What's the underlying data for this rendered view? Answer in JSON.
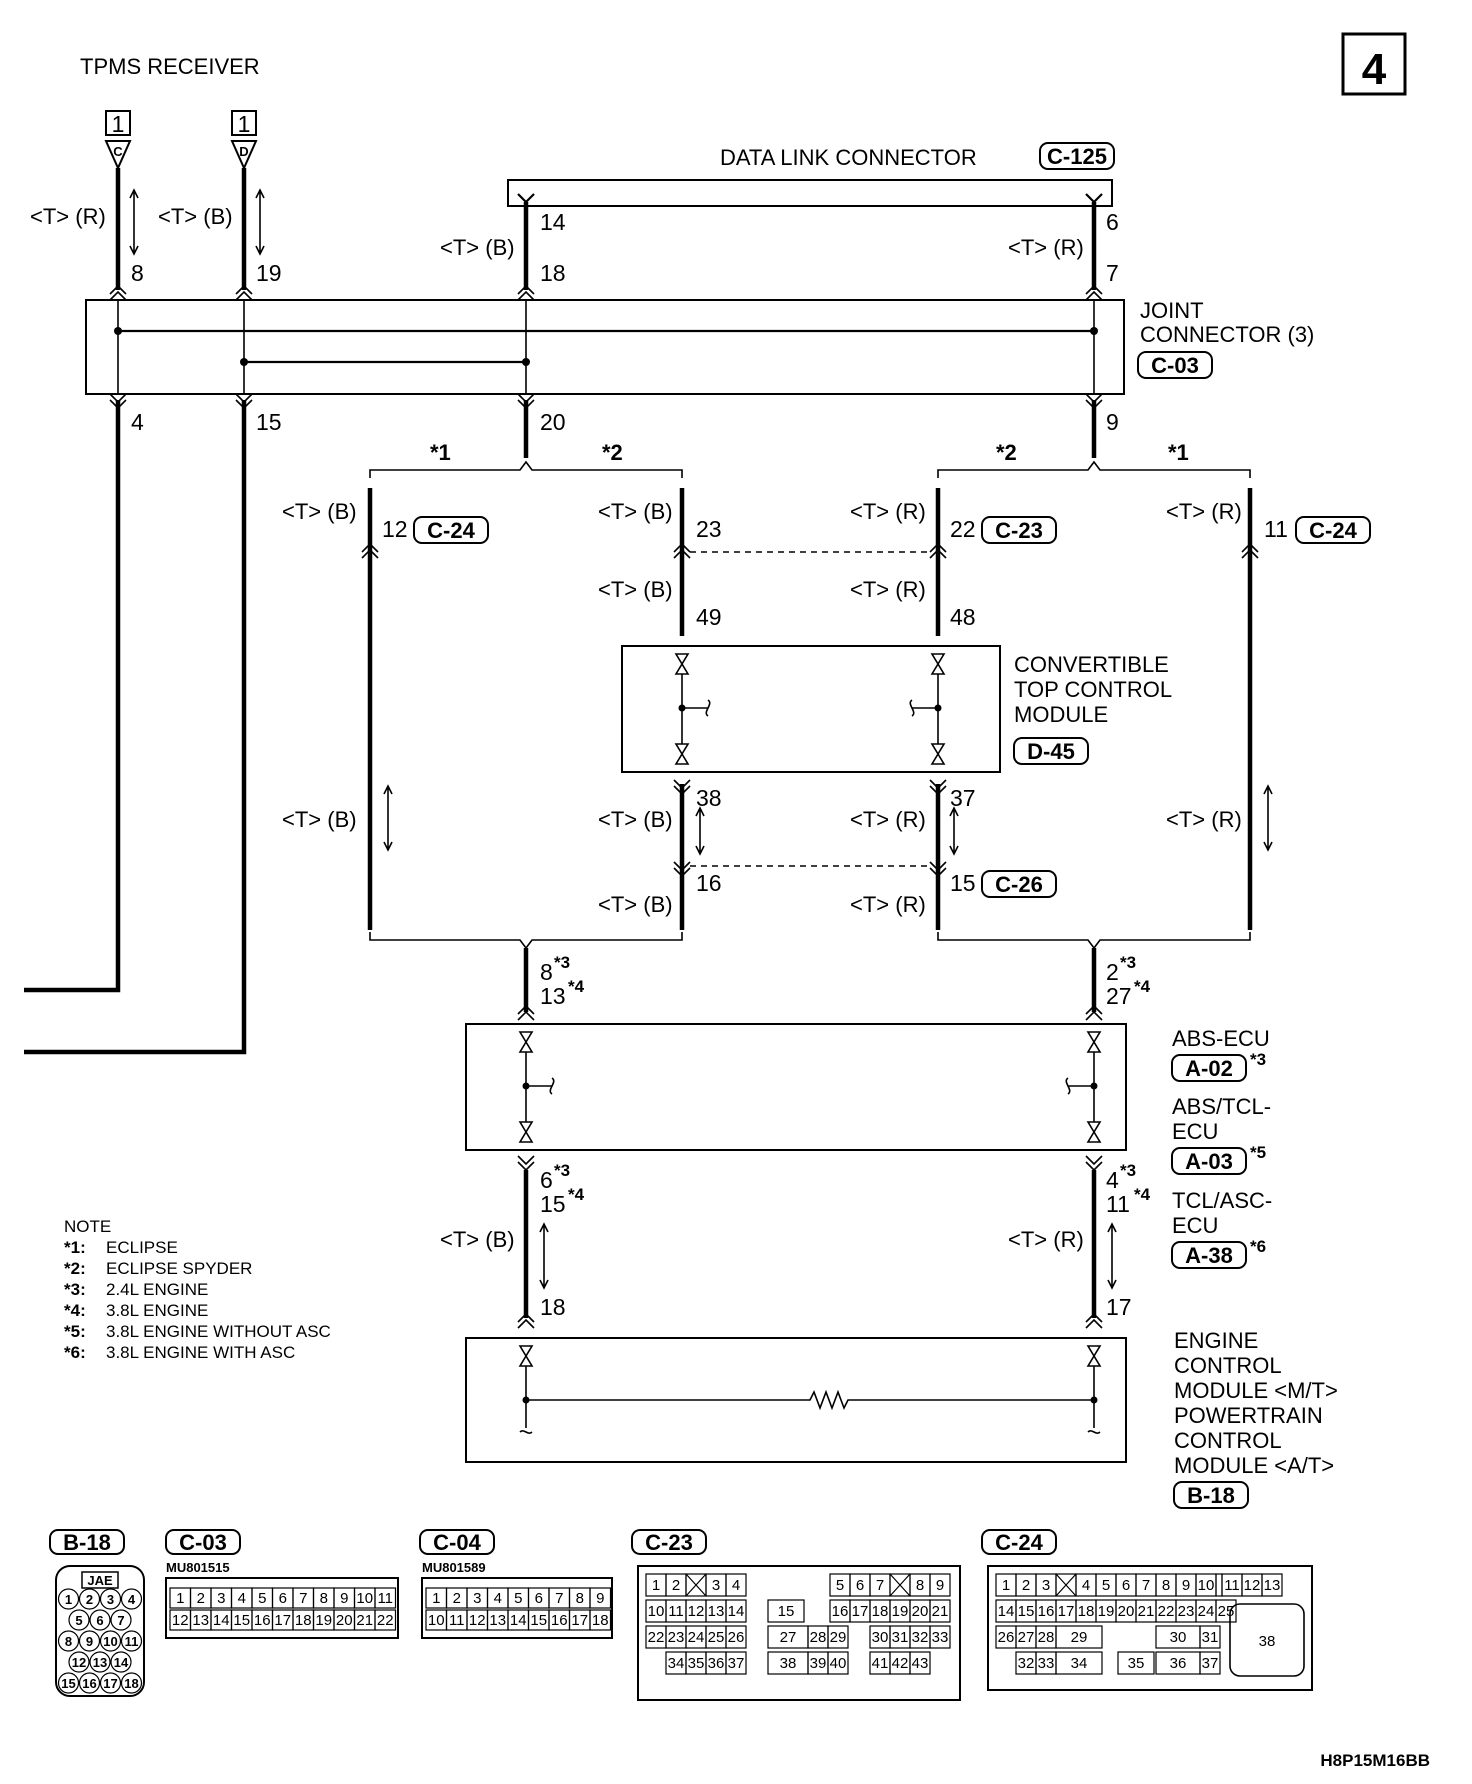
{
  "page_number": "4",
  "footer_code": "H8P15M16BB",
  "tpms_receiver": {
    "title": "TPMS RECEIVER",
    "box_c": "1",
    "box_d": "1",
    "term_c": "C",
    "term_d": "D",
    "pin_8": "8",
    "pin_19": "19",
    "pin_4": "4",
    "pin_15": "15",
    "wire_r": "<T> (R)",
    "wire_b": "<T> (B)"
  },
  "data_link_connector": {
    "title": "DATA LINK CONNECTOR",
    "code": "C-125",
    "pin_14": "14",
    "pin_6": "6"
  },
  "joint_connector": {
    "title_line1": "JOINT",
    "title_line2": "CONNECTOR (3)",
    "code": "C-03",
    "pin_18": "18",
    "pin_7": "7",
    "pin_20": "20",
    "pin_9": "9"
  },
  "branch_marks": {
    "m1": "*1",
    "m2": "*2"
  },
  "wire_labels": {
    "tb": "<T> (B)",
    "tr": "<T> (R)"
  },
  "pins_upper": {
    "p12": "12",
    "c24a": "C-24",
    "p23": "23",
    "p22": "22",
    "c23": "C-23",
    "p11": "11",
    "c24b": "C-24",
    "p49": "49",
    "p48": "48",
    "p38": "38",
    "p37": "37",
    "p16": "16",
    "p15": "15",
    "c26": "C-26"
  },
  "convertible_module": {
    "line1": "CONVERTIBLE",
    "line2": "TOP CONTROL",
    "line3": "MODULE",
    "code": "D-45"
  },
  "abs_pins_top": {
    "left_a": "8",
    "left_a_star": "*3",
    "left_b": "13",
    "left_b_star": "*4",
    "right_a": "2",
    "right_a_star": "*3",
    "right_b": "27",
    "right_b_star": "*4"
  },
  "abs_labels": {
    "abs_ecu": "ABS-ECU",
    "code_a02": "A-02",
    "star_a02": "*3",
    "abs_tcl_1": "ABS/TCL-",
    "abs_tcl_2": "ECU",
    "code_a03": "A-03",
    "star_a03": "*5",
    "tcl_asc_1": "TCL/ASC-",
    "tcl_asc_2": "ECU",
    "code_a38": "A-38",
    "star_a38": "*6"
  },
  "abs_pins_bottom": {
    "left_a": "6",
    "left_a_star": "*3",
    "left_b": "15",
    "left_b_star": "*4",
    "right_a": "4",
    "right_a_star": "*3",
    "right_b": "11",
    "right_b_star": "*4",
    "p18": "18",
    "p17": "17"
  },
  "engine_module": {
    "line1": "ENGINE",
    "line2": "CONTROL",
    "line3": "MODULE <M/T>",
    "line4": "POWERTRAIN",
    "line5": "CONTROL",
    "line6": "MODULE <A/T>",
    "code": "B-18"
  },
  "notes": {
    "title": "NOTE",
    "items": [
      {
        "mark": "*1:",
        "text": "ECLIPSE"
      },
      {
        "mark": "*2:",
        "text": "ECLIPSE SPYDER"
      },
      {
        "mark": "*3:",
        "text": "2.4L ENGINE"
      },
      {
        "mark": "*4:",
        "text": "3.8L ENGINE"
      },
      {
        "mark": "*5:",
        "text": "3.8L ENGINE WITHOUT ASC"
      },
      {
        "mark": "*6:",
        "text": "3.8L ENGINE WITH ASC"
      }
    ]
  },
  "connectors": {
    "b18": {
      "code": "B-18",
      "maker": "JAE",
      "rows": [
        [
          "1",
          "2",
          "3",
          "4"
        ],
        [
          "5",
          "6",
          "7"
        ],
        [
          "8",
          "9",
          "10",
          "11"
        ],
        [
          "12",
          "13",
          "14"
        ],
        [
          "15",
          "16",
          "17",
          "18"
        ]
      ]
    },
    "c03": {
      "code": "C-03",
      "part": "MU801515",
      "row1": [
        "1",
        "2",
        "3",
        "4",
        "5",
        "6",
        "7",
        "8",
        "9",
        "10",
        "11"
      ],
      "row2": [
        "12",
        "13",
        "14",
        "15",
        "16",
        "17",
        "18",
        "19",
        "20",
        "21",
        "22"
      ]
    },
    "c04": {
      "code": "C-04",
      "part": "MU801589",
      "row1": [
        "1",
        "2",
        "3",
        "4",
        "5",
        "6",
        "7",
        "8",
        "9"
      ],
      "row2": [
        "10",
        "11",
        "12",
        "13",
        "14",
        "15",
        "16",
        "17",
        "18"
      ]
    },
    "c23": {
      "code": "C-23",
      "pins": [
        "1",
        "2",
        "3",
        "4",
        "5",
        "6",
        "7",
        "8",
        "9",
        "10",
        "11",
        "12",
        "13",
        "14",
        "15",
        "16",
        "17",
        "18",
        "19",
        "20",
        "21",
        "22",
        "23",
        "24",
        "25",
        "26",
        "27",
        "28",
        "29",
        "30",
        "31",
        "32",
        "33",
        "34",
        "35",
        "36",
        "37",
        "38",
        "39",
        "40",
        "41",
        "42",
        "43"
      ]
    },
    "c24": {
      "code": "C-24",
      "pins": [
        "1",
        "2",
        "3",
        "4",
        "5",
        "6",
        "7",
        "8",
        "9",
        "10",
        "11",
        "12",
        "13",
        "14",
        "15",
        "16",
        "17",
        "18",
        "19",
        "20",
        "21",
        "22",
        "23",
        "24",
        "25",
        "26",
        "27",
        "28",
        "29",
        "30",
        "31",
        "32",
        "33",
        "34",
        "35",
        "36",
        "37",
        "38"
      ]
    }
  }
}
